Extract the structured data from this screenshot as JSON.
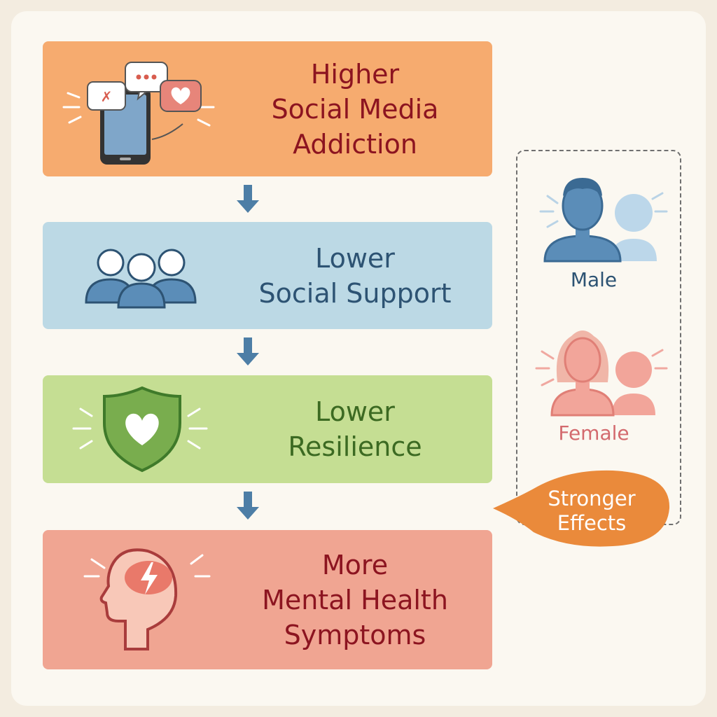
{
  "steps": [
    {
      "line1": "Higher",
      "line2": "Social Media",
      "line3": "Addiction",
      "icon": "smartphone-notifications-icon",
      "color": "#f6ab6f"
    },
    {
      "line1": "Lower",
      "line2": "Social Support",
      "icon": "people-group-icon",
      "color": "#bcd9e5"
    },
    {
      "line1": "Lower",
      "line2": "Resilience",
      "icon": "heart-shield-icon",
      "color": "#c5de93"
    },
    {
      "line1": "More",
      "line2": "Mental Health",
      "line3": "Symptoms",
      "icon": "head-lightning-icon",
      "color": "#f0a592"
    }
  ],
  "moderator": {
    "male_label": "Male",
    "female_label": "Female",
    "callout_line1": "Stronger",
    "callout_line2": "Effects",
    "male_color": "#5b8db8",
    "female_color": "#e8827f",
    "callout_color": "#ea8a3b"
  },
  "arrow_color": "#4d7ea6"
}
